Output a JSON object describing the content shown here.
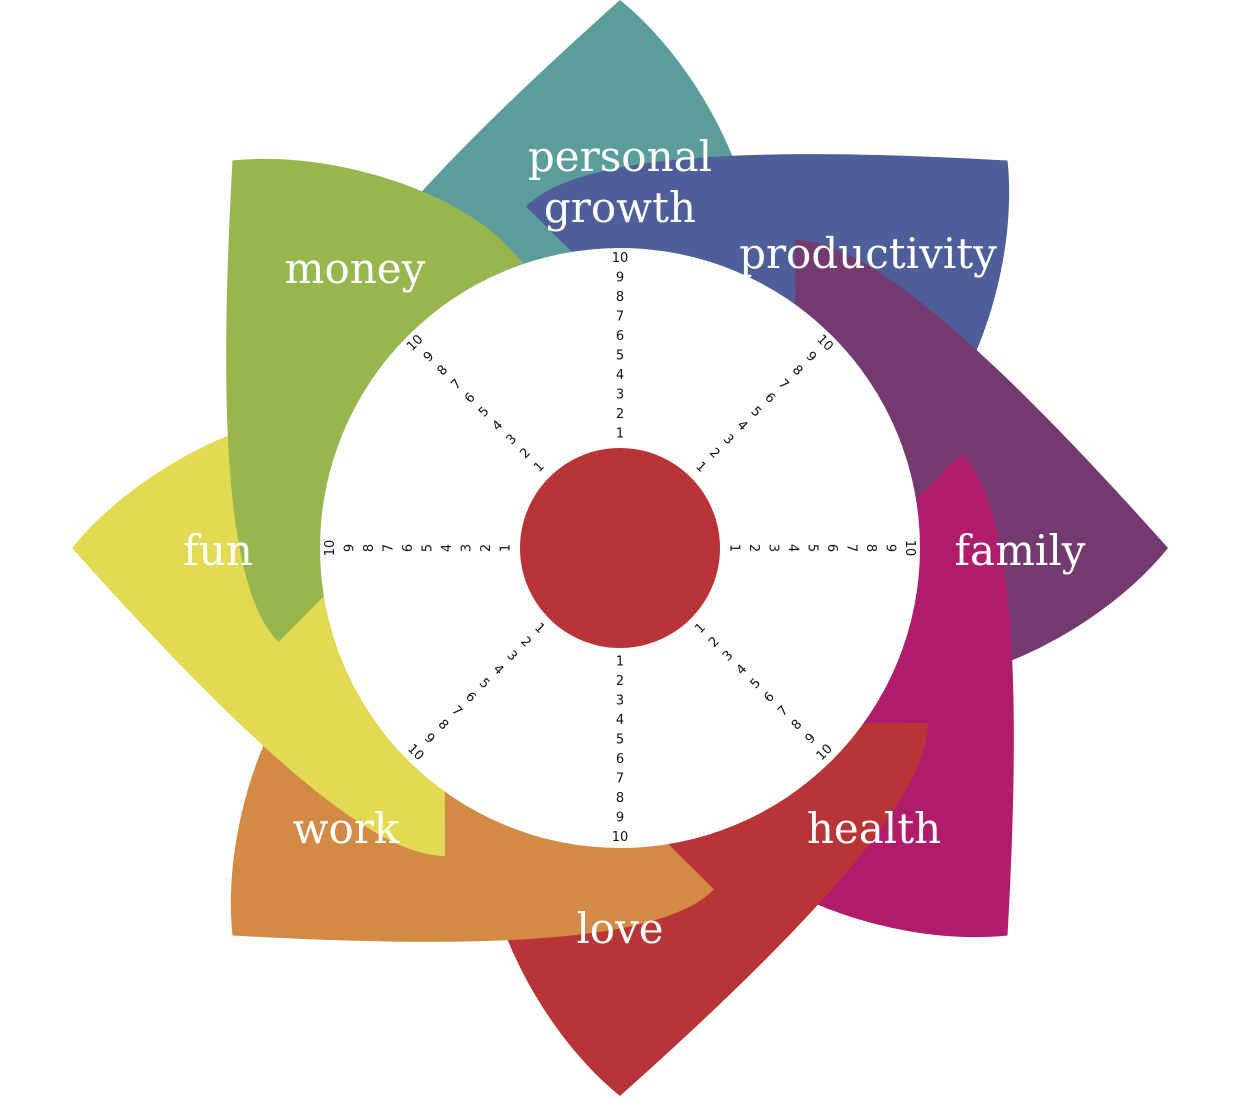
{
  "center_color": "#B93437",
  "scale": [
    "1",
    "2",
    "3",
    "4",
    "5",
    "6",
    "7",
    "8",
    "9",
    "10"
  ],
  "petals": [
    {
      "id": "personal-growth",
      "lines": [
        "personal",
        "growth"
      ],
      "color": "#5A9D9B"
    },
    {
      "id": "productivity",
      "lines": [
        "productivity"
      ],
      "color": "#4D5E9A"
    },
    {
      "id": "family",
      "lines": [
        "family"
      ],
      "color": "#743A70"
    },
    {
      "id": "health",
      "lines": [
        "health"
      ],
      "color": "#B01B6C"
    },
    {
      "id": "love",
      "lines": [
        "love"
      ],
      "color": "#B93437"
    },
    {
      "id": "work",
      "lines": [
        "work"
      ],
      "color": "#D38A45"
    },
    {
      "id": "fun",
      "lines": [
        "fun"
      ],
      "color": "#E3DA53"
    },
    {
      "id": "money",
      "lines": [
        "money"
      ],
      "color": "#97B74E"
    }
  ]
}
